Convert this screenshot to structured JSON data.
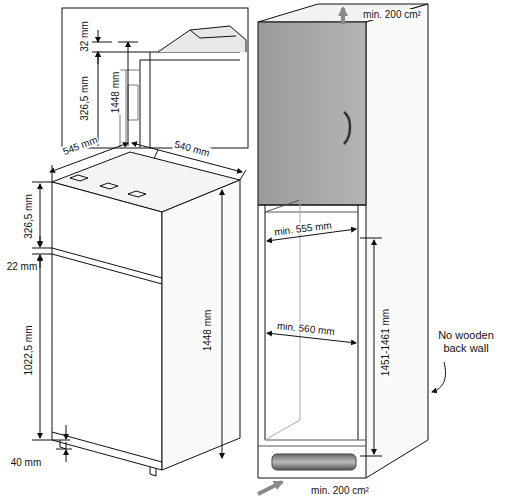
{
  "diagram": {
    "labels": [
      "32 mm",
      "326,5 mm",
      "1448 mm",
      "545 mm",
      "540 mm",
      "326,5 mm",
      "22 mm",
      "1022,5 mm",
      "40 mm",
      "1448 mm",
      "min. 200 cm²",
      "min. 555 mm",
      "min. 560 mm",
      "1451-1461 mm",
      "No wooden back wall",
      "min. 200 cm²"
    ]
  }
}
